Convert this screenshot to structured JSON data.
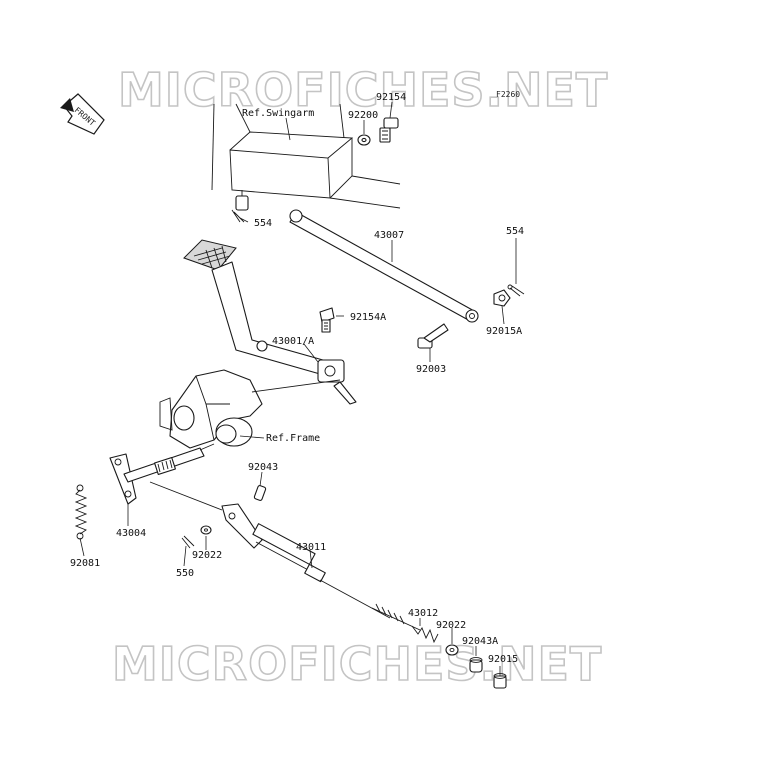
{
  "watermark": {
    "text": "MICROFICHES.NET"
  },
  "diagram_code": "F2260",
  "front_arrow_label": "FRONT",
  "labels": {
    "ref_swingarm": "Ref.Swingarm",
    "ref_frame": "Ref.Frame",
    "p92154": "92154",
    "p92200": "92200",
    "p554_top": "554",
    "p43007": "43007",
    "p554_right": "554",
    "p92015A": "92015A",
    "p92154A": "92154A",
    "p43001A": "43001/A",
    "p92003": "92003",
    "p92043_top": "92043",
    "p43004": "43004",
    "p92081": "92081",
    "p92022_left": "92022",
    "p550": "550",
    "p43011": "43011",
    "p43012": "43012",
    "p92022_right": "92022",
    "p92043A": "92043A",
    "p92015": "92015"
  }
}
